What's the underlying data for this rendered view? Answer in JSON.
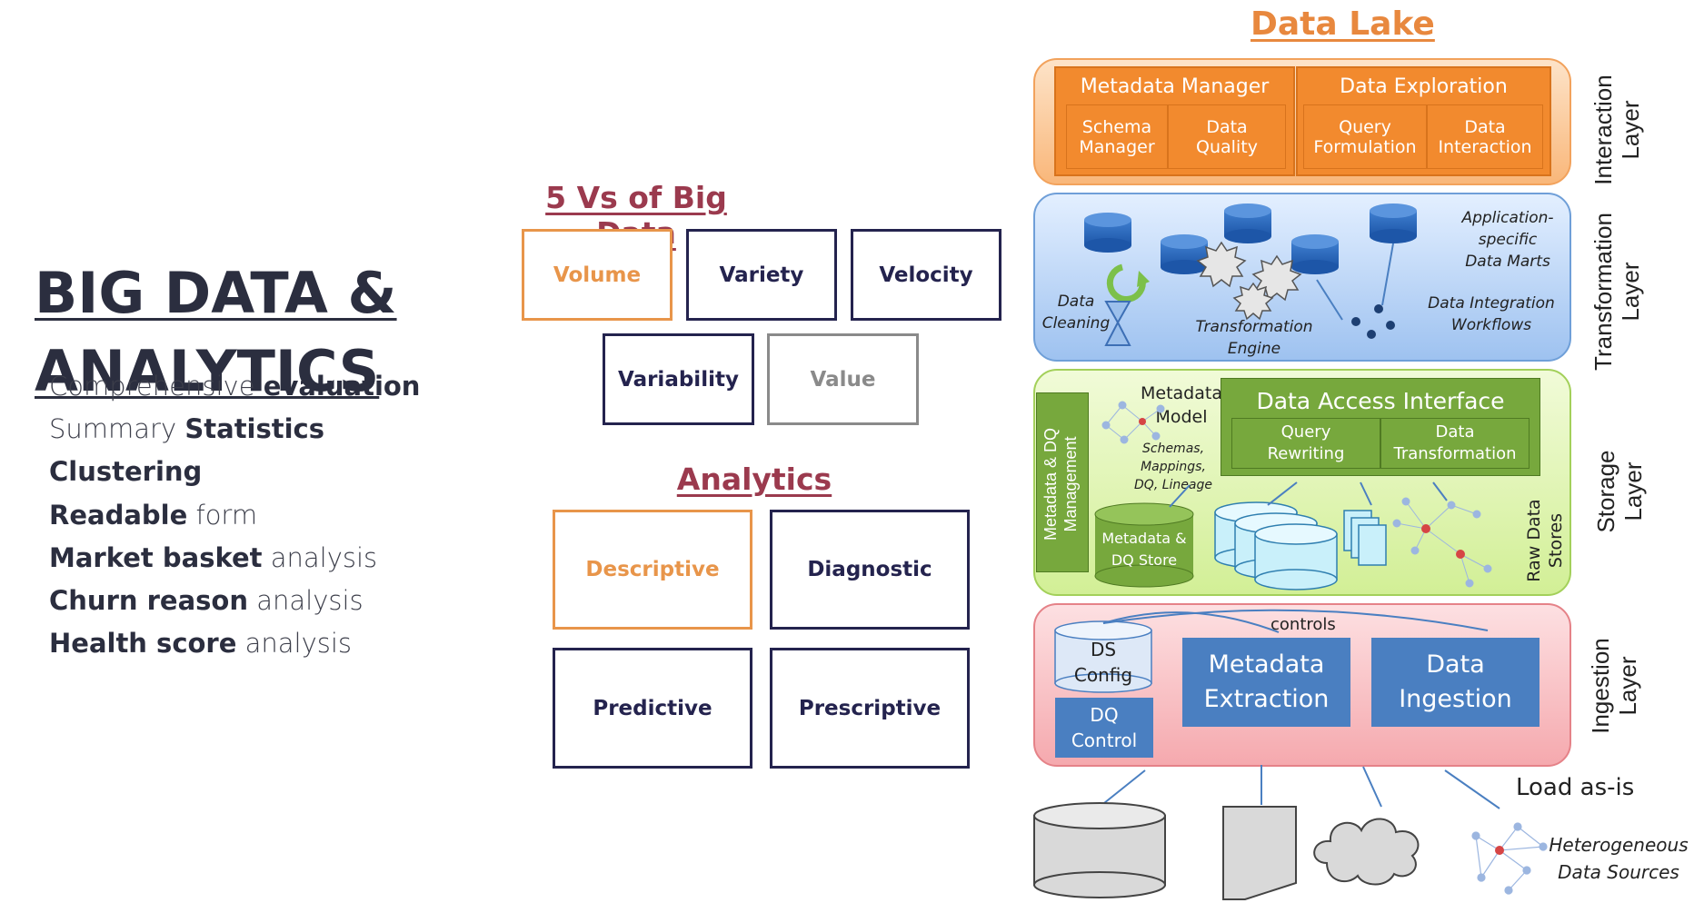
{
  "left": {
    "title_line1": "BIG DATA &",
    "title_line2": "ANALYTICS",
    "bullets": [
      {
        "pre": "Comprehensive ",
        "bold": "evaluation",
        "post": ""
      },
      {
        "pre": "Summary ",
        "bold": "Statistics",
        "post": ""
      },
      {
        "pre": "",
        "bold": "Clustering",
        "post": ""
      },
      {
        "pre": "",
        "bold": "Readable",
        "post": " form"
      },
      {
        "pre": "",
        "bold": "Market basket",
        "post": " analysis"
      },
      {
        "pre": "",
        "bold": "Churn reason",
        "post": " analysis"
      },
      {
        "pre": "",
        "bold": "Health score",
        "post": " analysis"
      }
    ]
  },
  "fivevs": {
    "title": "5 Vs of Big Data",
    "items": [
      "Volume",
      "Variety",
      "Velocity",
      "Variability",
      "Value"
    ]
  },
  "analytics": {
    "title": "Analytics",
    "items": [
      "Descriptive",
      "Diagnostic",
      "Predictive",
      "Prescriptive"
    ]
  },
  "lake": {
    "title": "Data Lake",
    "interaction": {
      "layer_label_1": "Interaction",
      "layer_label_2": "Layer",
      "metadata_manager": "Metadata Manager",
      "schema_manager_1": "Schema",
      "schema_manager_2": "Manager",
      "data_quality_1": "Data",
      "data_quality_2": "Quality",
      "data_exploration": "Data Exploration",
      "query_formulation_1": "Query",
      "query_formulation_2": "Formulation",
      "data_interaction_1": "Data",
      "data_interaction_2": "Interaction"
    },
    "transformation": {
      "layer_label_1": "Transformation",
      "layer_label_2": "Layer",
      "data_marts_1": "Application-",
      "data_marts_2": "specific",
      "data_marts_3": "Data Marts",
      "cleaning_1": "Data",
      "cleaning_2": "Cleaning",
      "engine_1": "Transformation",
      "engine_2": "Engine",
      "workflows_1": "Data Integration",
      "workflows_2": "Workflows"
    },
    "storage": {
      "layer_label_1": "Storage",
      "layer_label_2": "Layer",
      "mdq_mgmt_1": "Metadata & DQ",
      "mdq_mgmt_2": "Management",
      "metadata_model_1": "Metadata",
      "metadata_model_2": "Model",
      "schemas_1": "Schemas,",
      "schemas_2": "Mappings,",
      "schemas_3": "DQ, Lineage",
      "dai": "Data Access Interface",
      "query_rewriting_1": "Query",
      "query_rewriting_2": "Rewriting",
      "data_transformation_1": "Data",
      "data_transformation_2": "Transformation",
      "mdq_store_1": "Metadata &",
      "mdq_store_2": "DQ Store",
      "raw_1": "Raw Data",
      "raw_2": "Stores"
    },
    "ingestion": {
      "layer_label_1": "Ingestion",
      "layer_label_2": "Layer",
      "controls": "controls",
      "ds_config_1": "DS",
      "ds_config_2": "Config",
      "dq_control_1": "DQ",
      "dq_control_2": "Control",
      "metadata_extraction_1": "Metadata",
      "metadata_extraction_2": "Extraction",
      "data_ingestion_1": "Data",
      "data_ingestion_2": "Ingestion"
    },
    "sources": {
      "load_as_is": "Load as-is",
      "hetero_1": "Heterogeneous",
      "hetero_2": "Data Sources"
    }
  },
  "colors": {
    "title_dark": "#2b2e3f",
    "section_red": "#9b3a4e",
    "lake_orange": "#e8883e",
    "box_navy": "#24234e",
    "volume_orange": "#e8954a",
    "value_gray": "#8a8a8a",
    "interaction_fill": "#f28a2e",
    "transformation_fill": "#b9d3f5",
    "storage_fill": "#d9f2a6",
    "storage_green": "#77a83d",
    "ingestion_fill": "#f7b8bc",
    "ingestion_blue": "#4a7fc1"
  }
}
